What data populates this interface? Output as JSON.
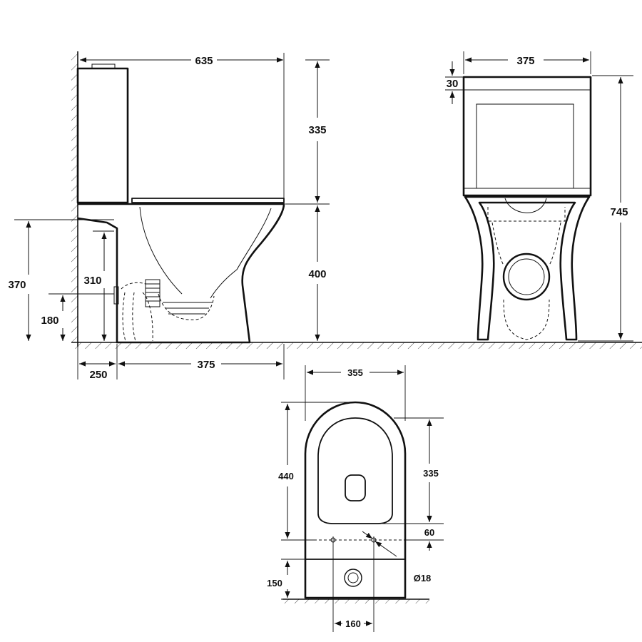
{
  "dimensions": {
    "side_overall_length": "635",
    "side_tank_height": "335",
    "side_seat_height": "400",
    "side_outlet_center_height": "370",
    "side_inlet_height": "310",
    "side_low_outlet_height": "180",
    "side_wall_to_outlet": "250",
    "side_base_length": "375",
    "front_width": "375",
    "front_lid_thickness": "30",
    "front_total_height": "745",
    "top_bowl_width": "355",
    "top_bowl_length": "440",
    "top_seat_length": "335",
    "top_fixing_offset": "60",
    "top_rear_depth": "150",
    "top_hole_diameter": "Ø18",
    "top_fixing_spacing": "160"
  }
}
